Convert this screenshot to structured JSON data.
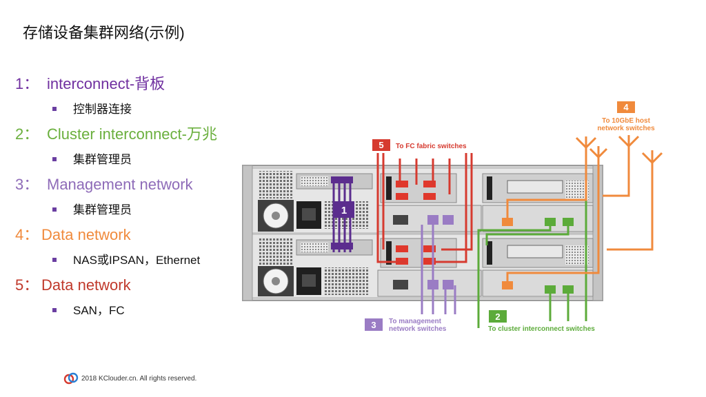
{
  "title": "存储设备集群网络(示例)",
  "bullets": [
    {
      "num": "1：",
      "label": "interconnect-背板",
      "sub": "控制器连接",
      "color": "#7030a0"
    },
    {
      "num": "2：",
      "label": "Cluster interconnect-万兆",
      "sub": "集群管理员",
      "color": "#6aaf3d"
    },
    {
      "num": "3：",
      "label": "Management network",
      "sub": "集群管理员",
      "color": "#8e6bb8"
    },
    {
      "num": "4：",
      "label": "Data network",
      "sub": "NAS或IPSAN，Ethernet",
      "color": "#f08a3c"
    },
    {
      "num": "5：",
      "label": "Data network",
      "sub": "SAN，FC",
      "color": "#c0392b"
    }
  ],
  "diagram": {
    "callout1": {
      "num": "1"
    },
    "callout2": {
      "num": "2",
      "text": "To cluster interconnect switches"
    },
    "callout3": {
      "num": "3",
      "text_line1": "To management",
      "text_line2": "network switches"
    },
    "callout4": {
      "num": "4",
      "text_line1": "To 10GbE host",
      "text_line2": "network switches"
    },
    "callout5": {
      "num": "5",
      "text": "To FC fabric switches"
    },
    "colors": {
      "purple": "#5b2d8e",
      "green": "#5cab3a",
      "lavender": "#9a7cc4",
      "orange": "#f08a3c",
      "red": "#d63a2f",
      "chassis": "#d9d9d9",
      "chassis_dark": "#9b9b9b"
    }
  },
  "footer": {
    "text": "2018 KClouder.cn. All rights reserved."
  }
}
